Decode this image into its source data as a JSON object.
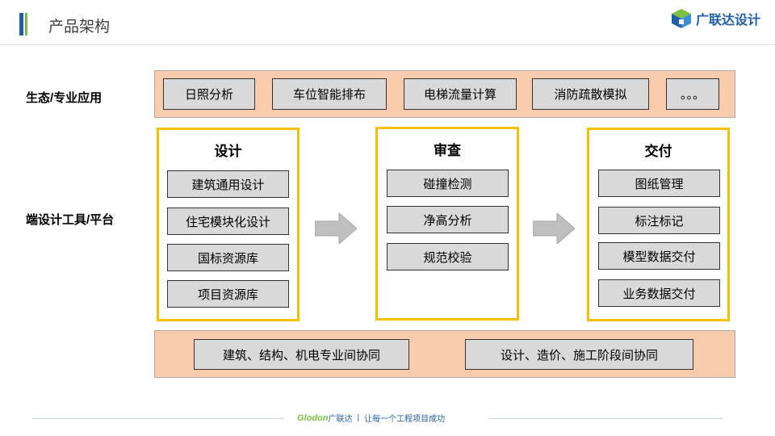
{
  "header": {
    "title": "产品架构",
    "logo_text": "广联达设计"
  },
  "rows": {
    "ecosystem_label": "生态/专业应用",
    "platform_label": "端设计工具/平台"
  },
  "ecosystem_apps": [
    "日照分析",
    "车位智能排布",
    "电梯流量计算",
    "消防疏散模拟",
    "。。。"
  ],
  "panels": [
    {
      "title": "设计",
      "items": [
        "建筑通用设计",
        "住宅模块化设计",
        "国标资源库",
        "项目资源库"
      ]
    },
    {
      "title": "审查",
      "items": [
        "碰撞检测",
        "净高分析",
        "规范校验"
      ]
    },
    {
      "title": "交付",
      "items": [
        "图纸管理",
        "标注标记",
        "模型数据交付",
        "业务数据交付"
      ]
    }
  ],
  "collaboration": [
    "建筑、结构、机电专业间协同",
    "设计、造价、施工阶段间协同"
  ],
  "footer": {
    "brand_en": "Glodon",
    "brand_cn": "广联达",
    "slogan": "让每一个工程项目成功"
  },
  "colors": {
    "brand_blue": "#1f5fa8",
    "brand_green": "#7ac143",
    "band_fill": "#f8cbad",
    "panel_border": "#f5c000",
    "box_fill": "#d9d9d9"
  }
}
